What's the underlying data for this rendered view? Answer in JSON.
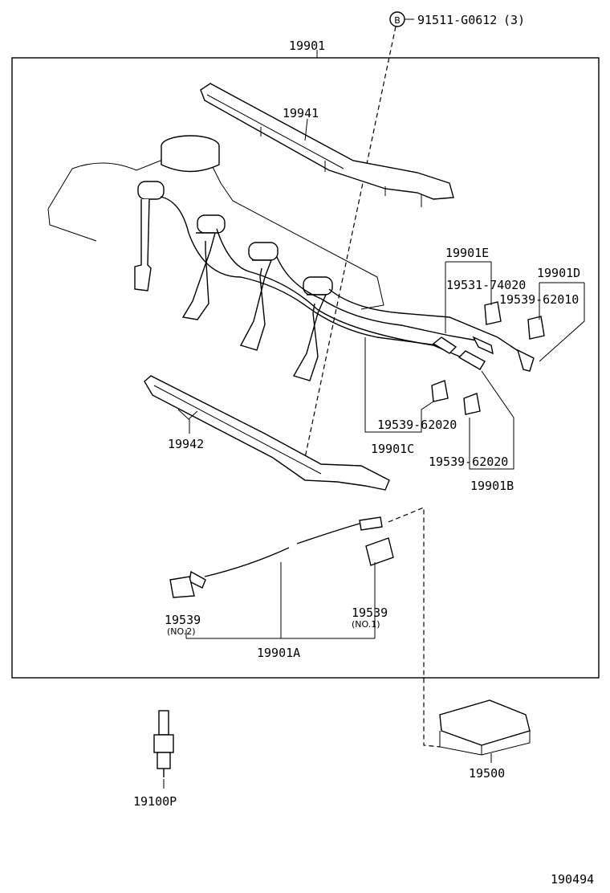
{
  "bolt": {
    "symbol": "B",
    "part": "91511-G0612",
    "qty": "(3)"
  },
  "labels": {
    "main_set": "19901",
    "upper_cover": "19941",
    "lower_clamp": "19942",
    "cord_e": "19901E",
    "cord_e_holder": "19531-74020",
    "cord_d": "19901D",
    "cord_d_holder": "19539-62010",
    "cord_c_holder": "19539-62020",
    "cord_c": "19901C",
    "cord_b_holder": "19539-62020",
    "cord_b": "19901B",
    "cord_a_no2": "19539",
    "cord_a_no2_sub": "(NO.2)",
    "cord_a_no1": "19539",
    "cord_a_no1_sub": "(NO.1)",
    "cord_a": "19901A",
    "coil": "19500",
    "spark_plug": "19100P",
    "diagram_code": "190494"
  }
}
